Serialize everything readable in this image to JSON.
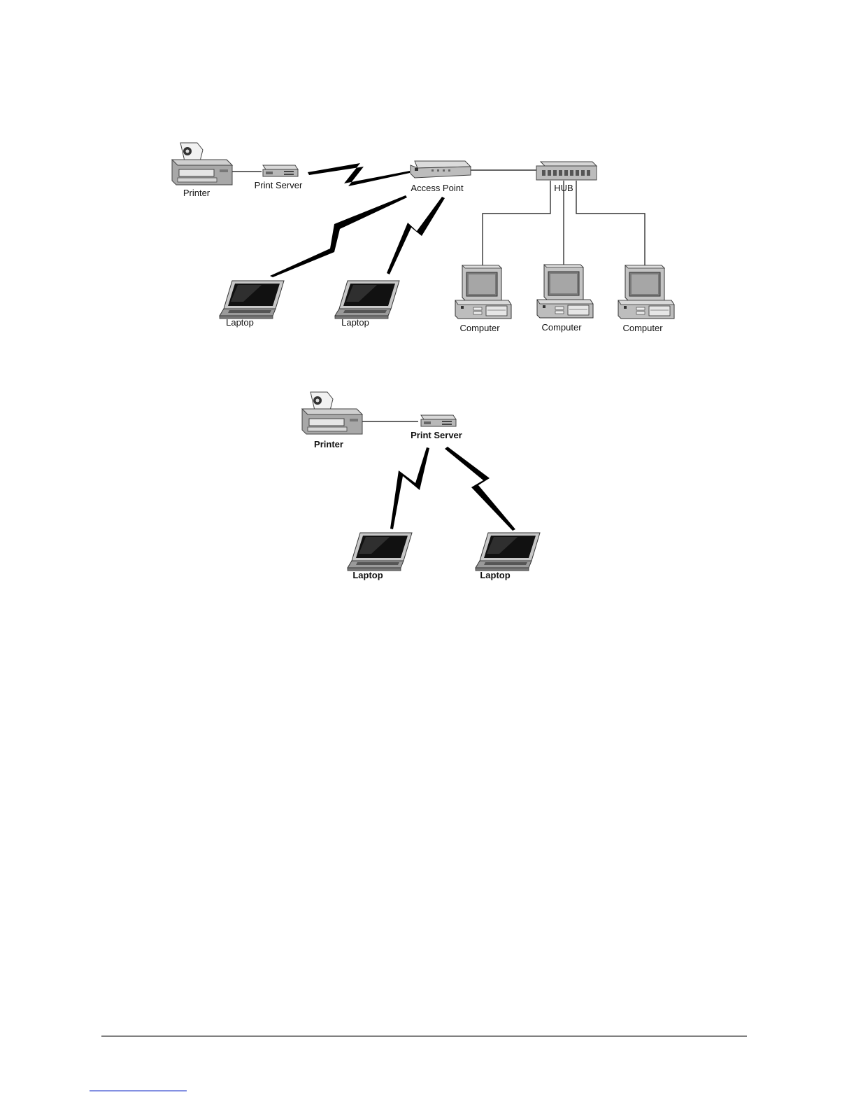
{
  "diagram1": {
    "printer": "Printer",
    "print_server": "Print Server",
    "access_point": "Access Point",
    "hub": "HUB",
    "laptop_1": "Laptop",
    "laptop_2": "Laptop",
    "computer_1": "Computer",
    "computer_2": "Computer",
    "computer_3": "Computer"
  },
  "diagram2": {
    "printer": "Printer",
    "print_server": "Print Server",
    "laptop_1": "Laptop",
    "laptop_2": "Laptop"
  }
}
